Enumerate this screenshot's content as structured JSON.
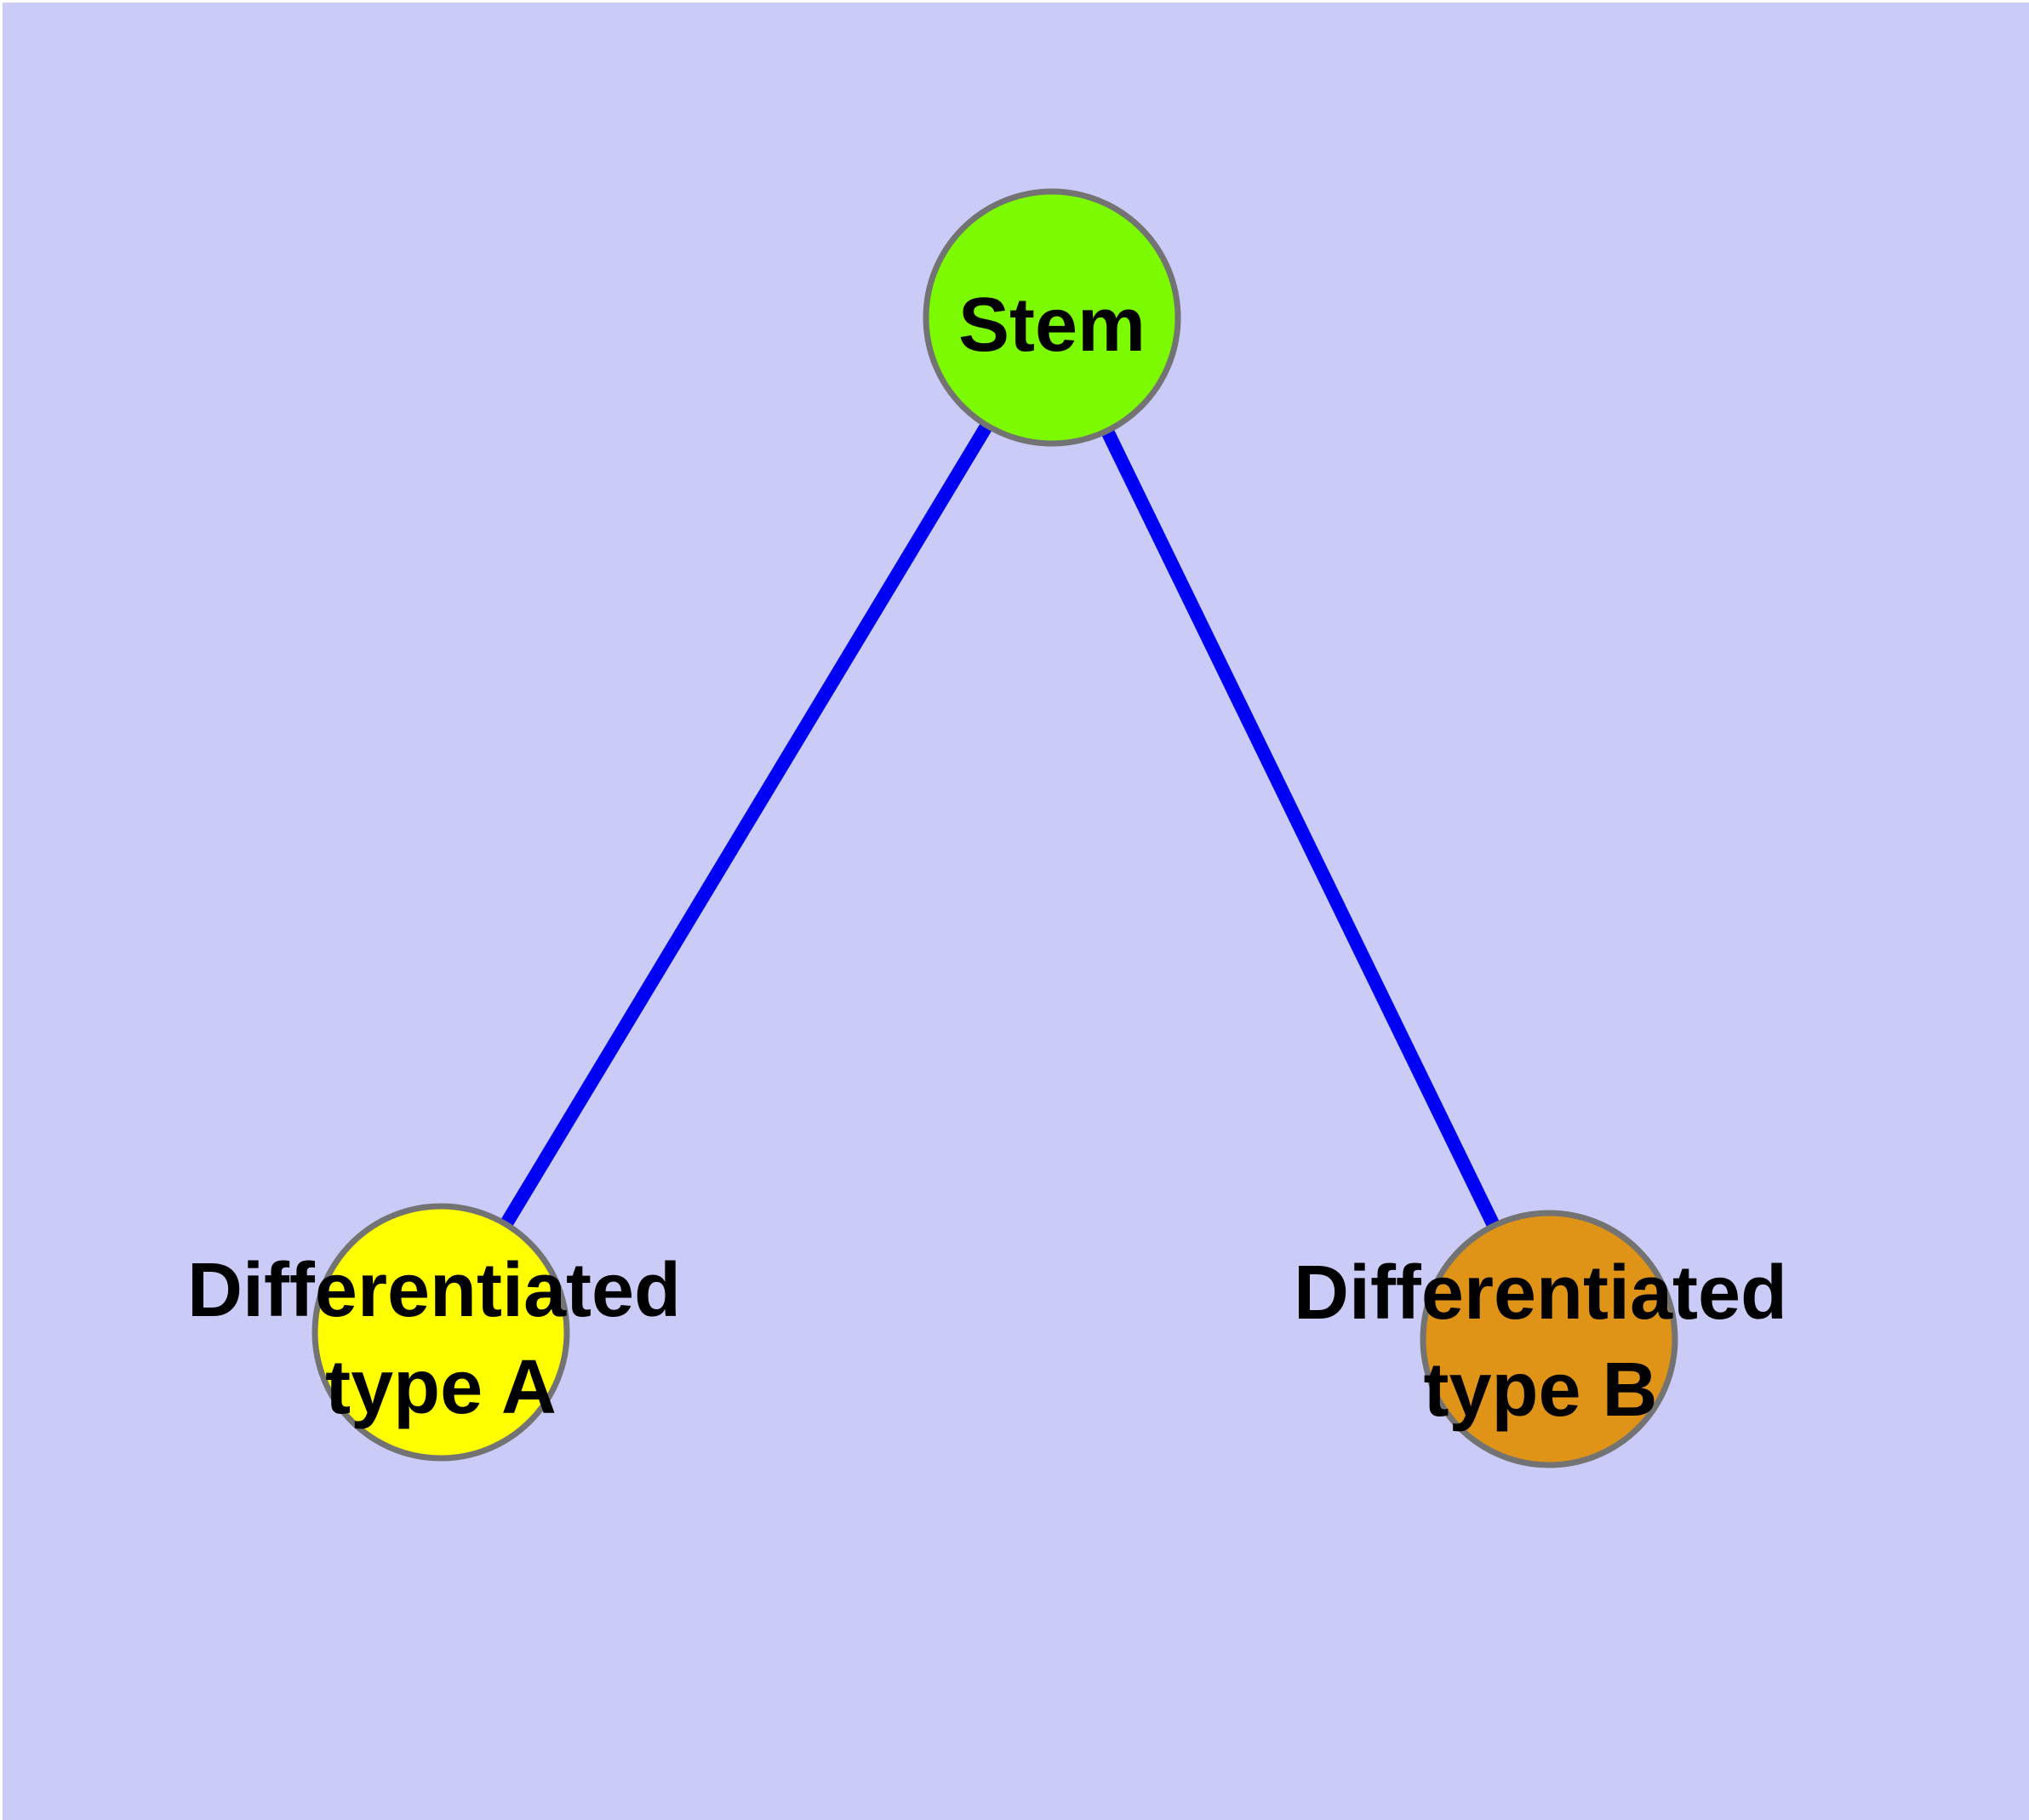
{
  "diagram": {
    "kind": "node-link-graph",
    "background_color": "#CACCF7",
    "frame_color": "#FFFFFF",
    "edge_color": "#0000F4",
    "node_border_color": "#737373",
    "label_color": "#000000",
    "nodes": [
      {
        "id": "stem",
        "label": "Stem",
        "line1": "Stem",
        "line2": "",
        "fill": "#7CFA00"
      },
      {
        "id": "differentiated-type-a",
        "label": "Differentiated type A",
        "line1": "Differentiated",
        "line2": "type A",
        "fill": "#FFFF00"
      },
      {
        "id": "differentiated-type-b",
        "label": "Differentiated type B",
        "line1": "Differentiated",
        "line2": "type B",
        "fill": "#DF9418"
      }
    ],
    "edges": [
      {
        "from": "Stem",
        "to": "Differentiated type A"
      },
      {
        "from": "Stem",
        "to": "Differentiated type B"
      }
    ]
  }
}
